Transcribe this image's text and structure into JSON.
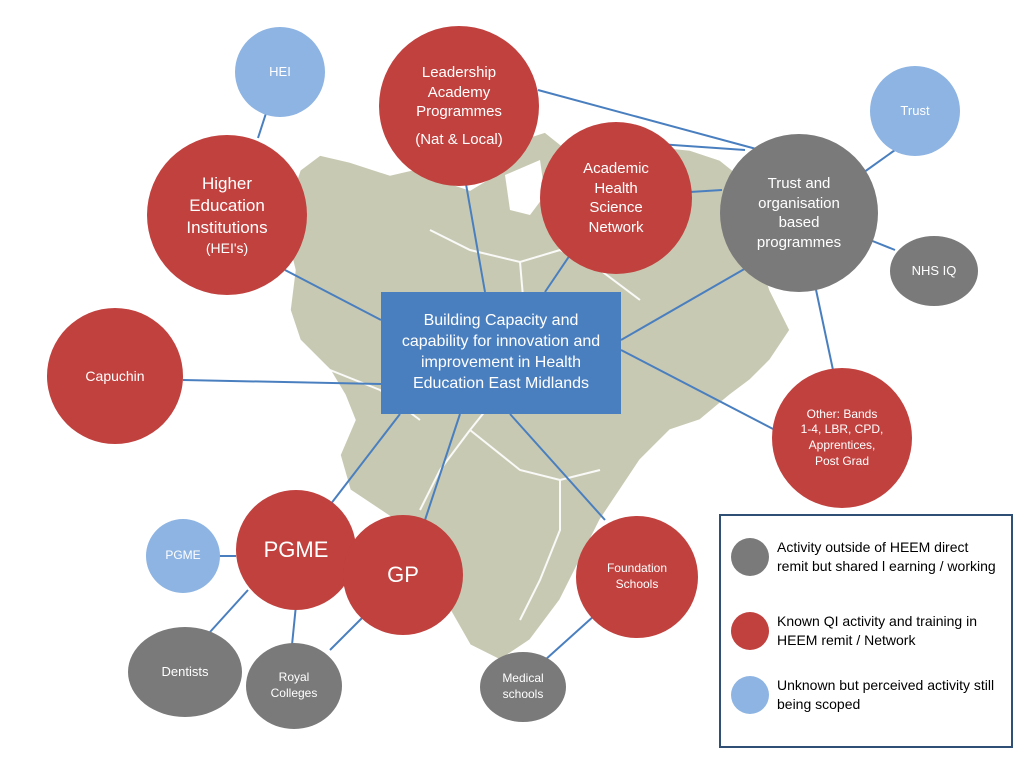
{
  "colors": {
    "red": "#c0413e",
    "grey": "#7a7a7a",
    "blue": "#8db4e2",
    "center": "#4a7fbf",
    "map": "#c8c9b3",
    "line": "#4a7fbf"
  },
  "center": {
    "text": "Building Capacity and capability for innovation and improvement in Health Education East Midlands"
  },
  "nodes": {
    "hei": "HEI",
    "leadership": {
      "line1": "Leadership Academy Programmes",
      "line2": "(Nat & Local)"
    },
    "trust": "Trust",
    "higher_education": {
      "line1": "Higher Education Institutions",
      "line2": "(HEI's)"
    },
    "ahsn": "Academic Health Science Network",
    "trust_programmes": "Trust and organisation based programmes",
    "nhs_iq": "NHS IQ",
    "capuchin": "Capuchin",
    "other": "Other: Bands 1-4, LBR, CPD, Apprentices, Post Grad",
    "pgme_large": "PGME",
    "pgme_small": "PGME",
    "gp": "GP",
    "foundation_schools": "Foundation Schools",
    "dentists": "Dentists",
    "royal_colleges": "Royal Colleges",
    "medical_schools": "Medical schools"
  },
  "legend": {
    "items": [
      {
        "color": "grey",
        "text": "Activity outside of HEEM direct remit but shared l earning / working"
      },
      {
        "color": "red",
        "text": "Known QI activity and training in HEEM remit / Network"
      },
      {
        "color": "blue",
        "text": "Unknown but perceived activity still being scoped"
      }
    ]
  }
}
